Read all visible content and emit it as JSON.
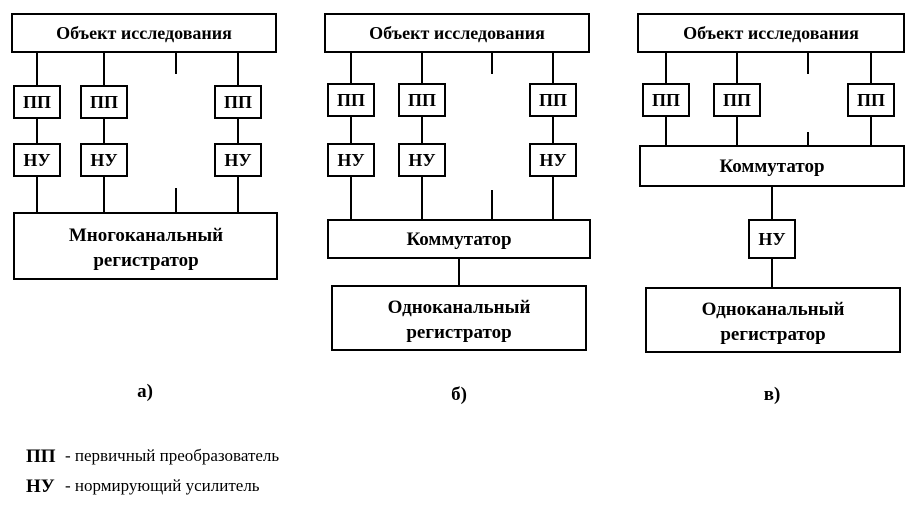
{
  "diagrams": [
    {
      "id": "a",
      "object": "Объект исследования",
      "sensor": "ПП",
      "amp": "НУ",
      "recorder": [
        "Многоканальный",
        "регистратор"
      ],
      "caption": "а)"
    },
    {
      "id": "b",
      "object": "Объект исследования",
      "sensor": "ПП",
      "amp": "НУ",
      "switch": "Коммутатор",
      "recorder": [
        "Одноканальный",
        "регистратор"
      ],
      "caption": "б)"
    },
    {
      "id": "c",
      "object": "Объект исследования",
      "sensor": "ПП",
      "amp": "НУ",
      "switch": "Коммутатор",
      "recorder": [
        "Одноканальный",
        "регистратор"
      ],
      "caption": "в)"
    }
  ],
  "legend": [
    {
      "key": "ПП",
      "text": "- первичный преобразователь"
    },
    {
      "key": "НУ",
      "text": "- нормирующий усилитель"
    }
  ]
}
